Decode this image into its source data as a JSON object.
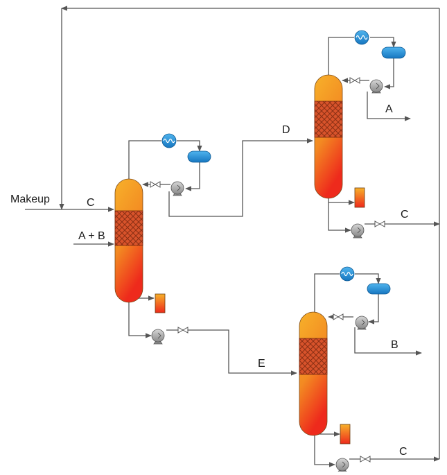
{
  "labels": {
    "makeup": "Makeup",
    "feed_c": "C",
    "feed_ab": "A + B",
    "stream_d": "D",
    "stream_e": "E",
    "product_a": "A",
    "product_b": "B",
    "product_c_top": "C",
    "product_c_bottom": "C"
  },
  "colors": {
    "line": "#555555",
    "column_top": "#f5a623",
    "column_bottom": "#ef2d1e",
    "packing": "#d9502a",
    "exchanger": "#1e90d6",
    "drum": "#1e90d6",
    "pump": "#9a9a9a",
    "reboiler_top": "#f5a623",
    "reboiler_bottom": "#ef2d1e"
  }
}
